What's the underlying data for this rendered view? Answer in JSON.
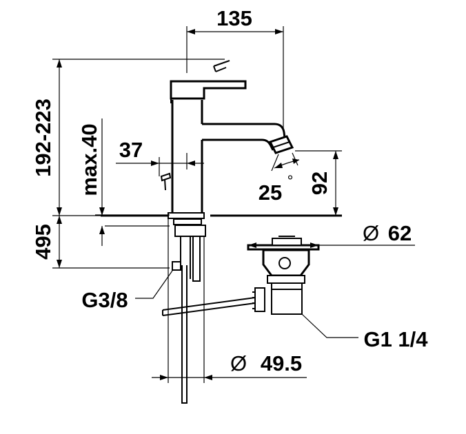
{
  "dimensions": {
    "spout_reach": "135",
    "height_range": "192-223",
    "lever_offset": "37",
    "lever_max": "max.40",
    "spout_angle": "25",
    "degree_symbol": "°",
    "outlet_height": "92",
    "below_deck": "495",
    "waste_diameter": "62",
    "diameter_symbol": "Ø",
    "supply_thread": "G3/8",
    "waste_thread": "G1 1/4",
    "base_diameter": "49.5"
  },
  "colors": {
    "line": "#000000",
    "background": "#ffffff"
  }
}
